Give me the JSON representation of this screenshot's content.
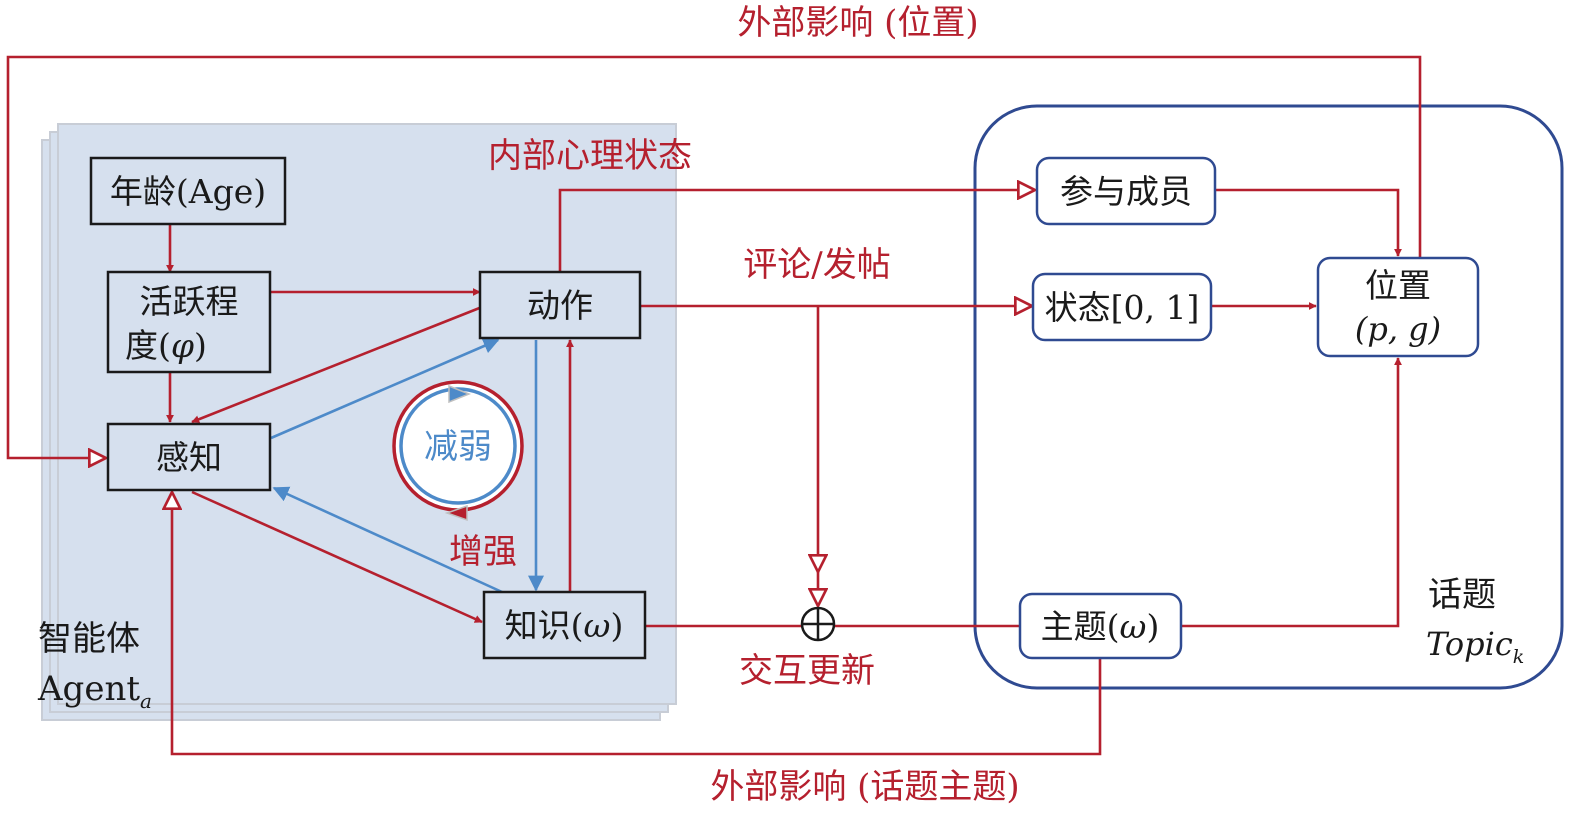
{
  "colors": {
    "red": "#b5202e",
    "blue": "#4d8ac9",
    "navy": "#2f4a91",
    "panel": "#d6e0ee",
    "panel_edge": "#c8cdd6",
    "black": "#1a1a1a"
  },
  "external": {
    "top": "外部影响 (位置)",
    "bottom": "外部影响 (话题主题)"
  },
  "agent": {
    "mental_state": "内部心理状态",
    "name": "智能体",
    "symbol": "Agent",
    "subscript": "a",
    "age": "年龄(Age)",
    "activity_line1": "活跃程",
    "activity_line2": "度(",
    "activity_phi": "φ",
    "activity_close": ")",
    "perception": "感知",
    "action": "动作",
    "knowledge": "知识(",
    "knowledge_omega": "ω",
    "knowledge_close": ")",
    "weaken": "减弱",
    "strengthen": "增强"
  },
  "flow": {
    "comment_post": "评论/发帖",
    "interaction_update": "交互更新"
  },
  "topic": {
    "participants": "参与成员",
    "status": "状态[0, 1]",
    "position_line1": "位置",
    "position_line2": "(p, g)",
    "subject": "主题(",
    "subject_omega": "ω",
    "subject_close": ")",
    "name": "话题",
    "symbol": "Topic",
    "subscript": "k"
  }
}
